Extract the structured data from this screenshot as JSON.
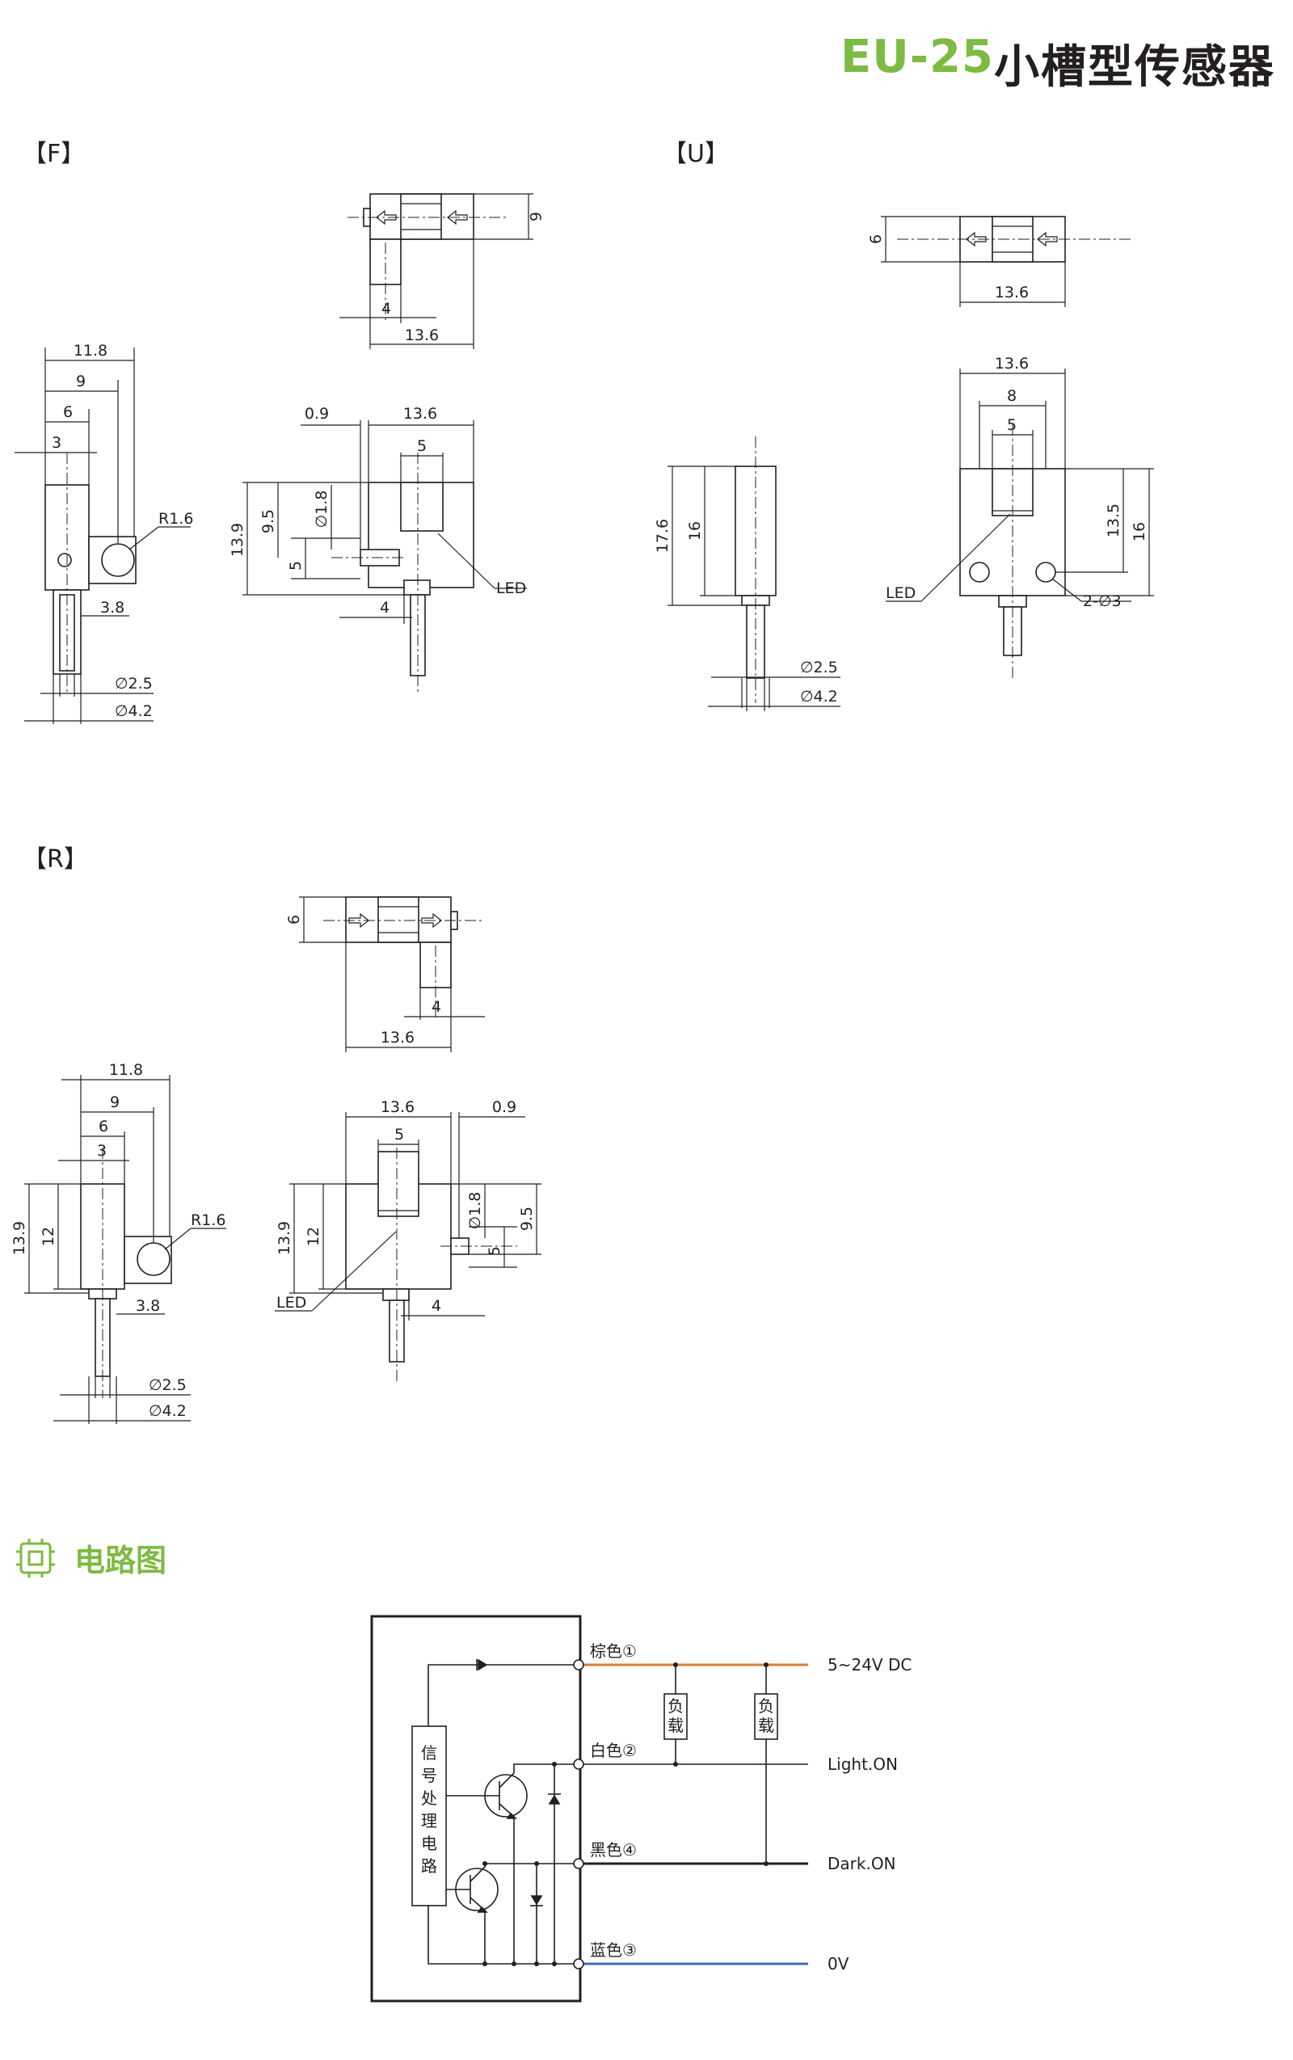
{
  "header": {
    "model": "EU-25",
    "name": "小槽型传感器"
  },
  "sections": {
    "f": "【F】",
    "u": "【U】",
    "r": "【R】"
  },
  "dims_f": {
    "d_11_8": "11.8",
    "d_9": "9",
    "d_6": "6",
    "d_3": "3",
    "d_r16": "R1.6",
    "d_3_8": "3.8",
    "d_phi25": "∅2.5",
    "d_phi42": "∅4.2",
    "top_6": "6",
    "top_4": "4",
    "top_13_6": "13.6",
    "front_0_9": "0.9",
    "front_13_6": "13.6",
    "front_5": "5",
    "front_13_9": "13.9",
    "front_9_5": "9.5",
    "front_phi18": "∅1.8",
    "front_5b": "5",
    "front_4": "4",
    "led": "LED"
  },
  "dims_u": {
    "top_6": "6",
    "top_13_6": "13.6",
    "front_13_6": "13.6",
    "front_8": "8",
    "front_5": "5",
    "front_13_5": "13.5",
    "front_16": "16",
    "side_17_6": "17.6",
    "side_16": "16",
    "phi25": "∅2.5",
    "phi42": "∅4.2",
    "led": "LED",
    "holes": "2-∅3"
  },
  "dims_r": {
    "top_6": "6",
    "top_4": "4",
    "top_13_6": "13.6",
    "d_11_8": "11.8",
    "d_9": "9",
    "d_6": "6",
    "d_3": "3",
    "d_13_9": "13.9",
    "d_12": "12",
    "d_r16": "R1.6",
    "d_3_8": "3.8",
    "d_phi25": "∅2.5",
    "d_phi42": "∅4.2",
    "front_13_6": "13.6",
    "front_0_9": "0.9",
    "front_5": "5",
    "front_13_9": "13.9",
    "front_12": "12",
    "front_phi18": "∅1.8",
    "front_9_5": "9.5",
    "front_5b": "5",
    "front_4": "4",
    "led": "LED"
  },
  "circuit": {
    "title": "电路图",
    "block_label": [
      "信",
      "号",
      "处",
      "理",
      "电",
      "路"
    ],
    "load_label": [
      "负",
      "载"
    ],
    "wires": [
      {
        "name": "棕色①",
        "signal": "5~24V  DC",
        "color": "#e07b39"
      },
      {
        "name": "白色②",
        "signal": "Light.ON",
        "color": "#231f20"
      },
      {
        "name": "黑色④",
        "signal": "Dark.ON",
        "color": "#231f20"
      },
      {
        "name": "蓝色③",
        "signal": "0V",
        "color": "#3a6fb7"
      }
    ],
    "accent": "#7dbb42"
  }
}
